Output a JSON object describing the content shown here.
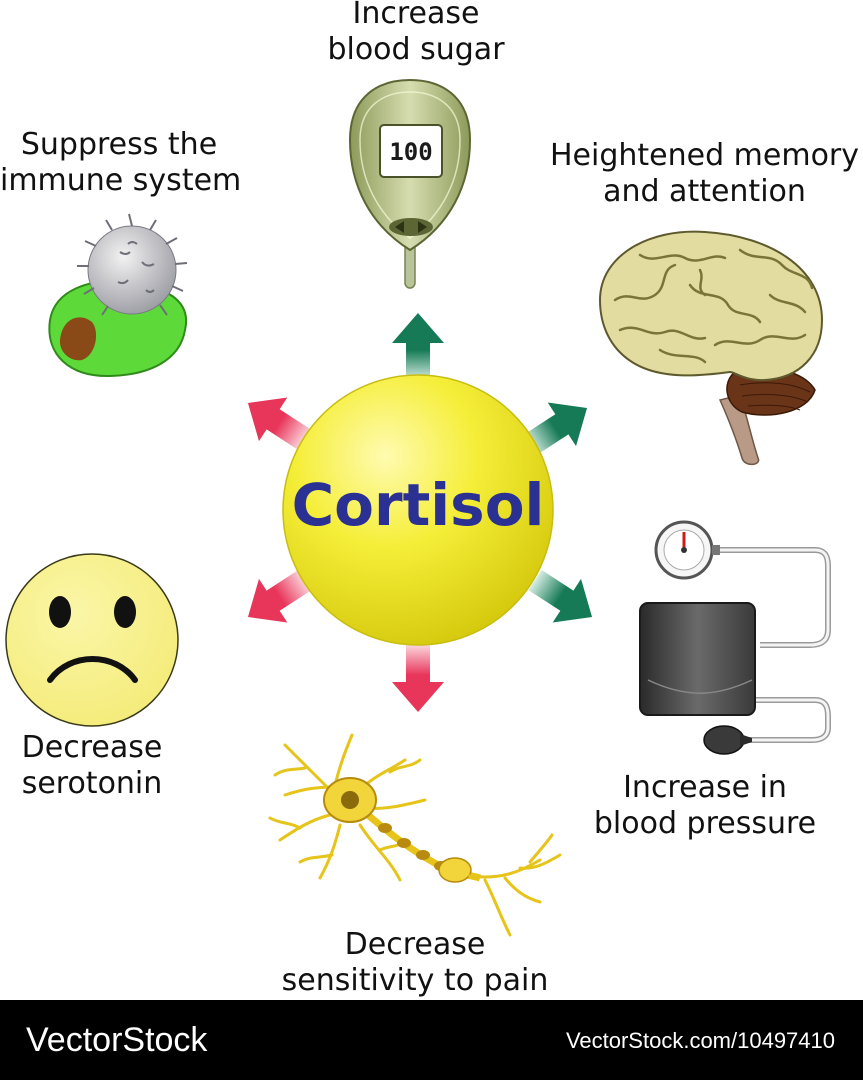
{
  "center": {
    "label": "Cortisol"
  },
  "effects": {
    "blood_sugar": {
      "line1": "Increase",
      "line2": "blood sugar"
    },
    "immune": {
      "line1": "Suppress the",
      "line2": "immune system"
    },
    "memory": {
      "line1": "Heightened memory",
      "line2": "and attention"
    },
    "serotonin": {
      "line1": "Decrease",
      "line2": "serotonin"
    },
    "pain": {
      "line1": "Decrease",
      "line2": "sensitivity to pain"
    },
    "blood_pressure": {
      "line1": "Increase in",
      "line2": "blood pressure"
    }
  },
  "glucometer": {
    "reading": "100"
  },
  "colors": {
    "increase_arrow": "#157a55",
    "decrease_arrow": "#e8365a",
    "cortisol_sphere": "#f2ea2e",
    "cortisol_text": "#2a3192",
    "footer_bg": "#000000"
  },
  "footer": {
    "brand": "VectorStock",
    "url": "VectorStock.com/10497410"
  }
}
